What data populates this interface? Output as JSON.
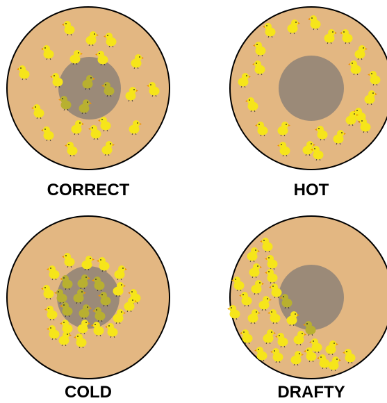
{
  "colors": {
    "brooder_floor": "#e3b782",
    "brooder_outline": "#000000",
    "heat_zone": "#9b8a78",
    "chick_body": "#f6e51a",
    "chick_under_heat": "#b8b030",
    "chick_beak": "#f29400",
    "chick_eye": "#222222"
  },
  "icons": {
    "chick": "chick-icon",
    "heat_lamp_zone": "heat-zone"
  },
  "panels": [
    {
      "id": "correct",
      "label": "CORRECT"
    },
    {
      "id": "hot",
      "label": "HOT"
    },
    {
      "id": "cold",
      "label": "COLD"
    },
    {
      "id": "drafty",
      "label": "DRAFTY"
    }
  ]
}
